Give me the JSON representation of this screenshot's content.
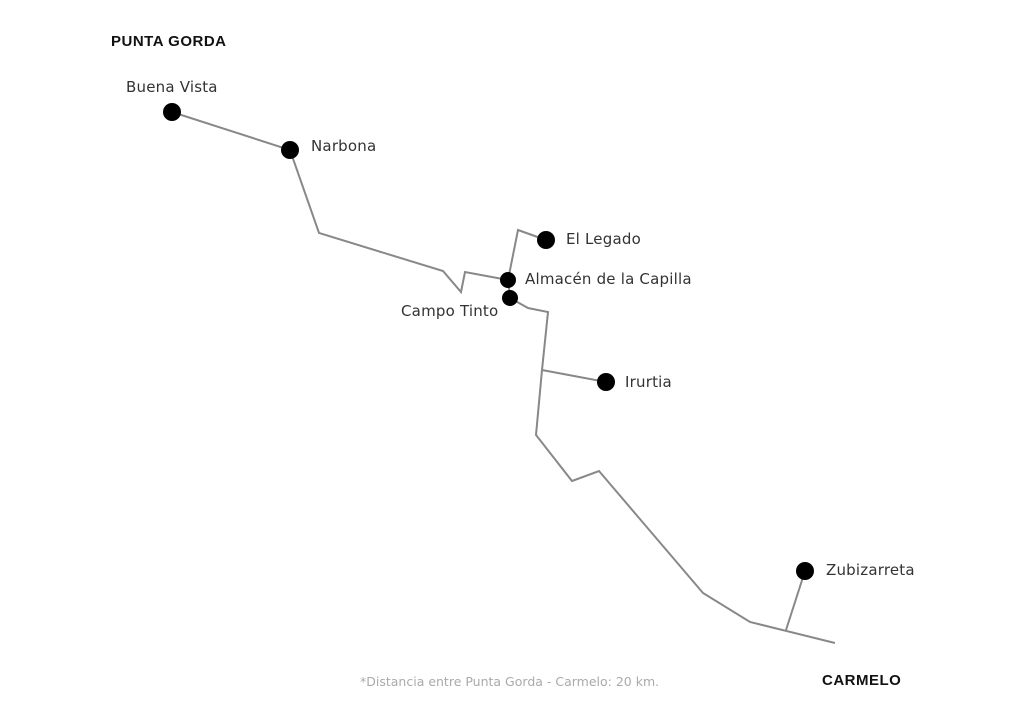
{
  "endpoints": {
    "start": "PUNTA GORDA",
    "end": "CARMELO"
  },
  "stations": [
    {
      "name": "Buena Vista"
    },
    {
      "name": "Narbona"
    },
    {
      "name": "El Legado"
    },
    {
      "name": "Almacén de la Capilla"
    },
    {
      "name": "Campo Tinto"
    },
    {
      "name": "Irurtia"
    },
    {
      "name": "Zubizarreta"
    }
  ],
  "footnote": "*Distancia entre Punta Gorda - Carmelo: 20 km.",
  "colors": {
    "route": "#888888",
    "marker": "#000000"
  }
}
